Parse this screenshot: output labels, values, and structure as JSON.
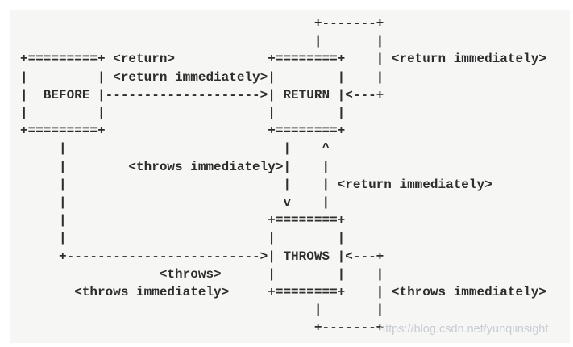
{
  "panel": {
    "background_color": "#f6f6f4",
    "text_color": "#2d2d2d"
  },
  "diagram": {
    "type": "ascii-state-diagram",
    "nodes": [
      "BEFORE",
      "RETURN",
      "THROWS"
    ],
    "transition_labels": [
      "<return>",
      "<return immediately>",
      "<throws>",
      "<throws immediately>"
    ],
    "ascii_lines": [
      "                                      +-------+",
      "                                      |       |",
      "+=========+ <return>            +========+    | <return immediately>",
      "|         | <return immediately>|        |    |",
      "|  BEFORE |-------------------->| RETURN |<---+",
      "|         |                     |        |",
      "+=========+                     +========+",
      "     |                            |    ^",
      "     |        <throws immediately>|    |",
      "     |                            |    | <return immediately>",
      "     |                            v    |",
      "     |                          +========+",
      "     |                          |        |",
      "     +------------------------->| THROWS |<---+",
      "                  <throws>      |        |    |",
      "       <throws immediately>     +========+    | <throws immediately>",
      "                                      |       |",
      "                                      +-------+"
    ]
  },
  "watermark": {
    "text": "https://blog.csdn.net/yunqiinsight",
    "color": "#c6cdd3"
  }
}
